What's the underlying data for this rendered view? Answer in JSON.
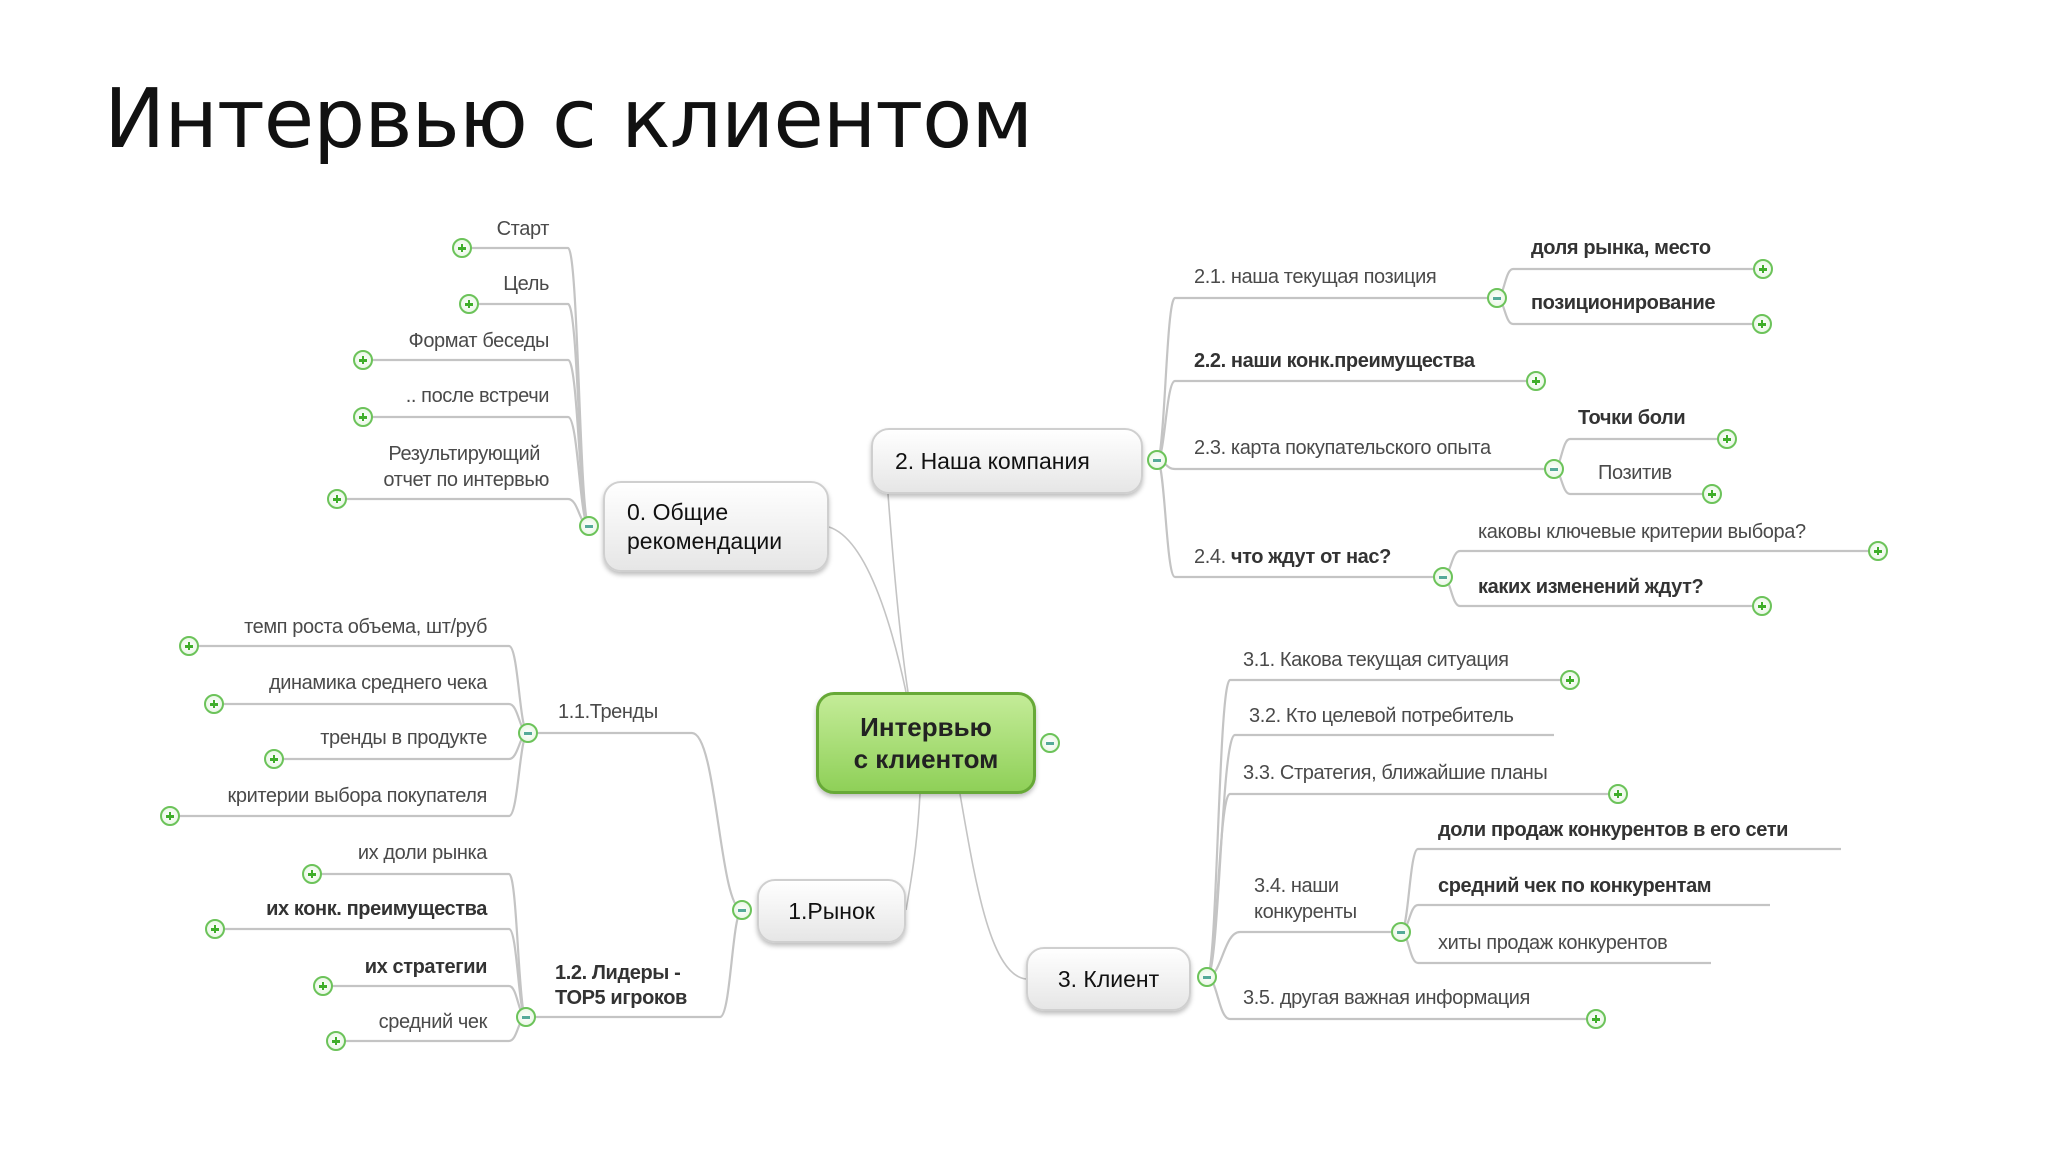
{
  "title": "Интервью с клиентом",
  "central": {
    "label_line1": "Интервью",
    "label_line2": "с клиентом"
  },
  "branches": {
    "general": {
      "label_line1": "0. Общие",
      "label_line2": "рекомендации",
      "items": [
        "Старт",
        "Цель",
        "Формат беседы",
        ".. после встречи",
        "Результирующий",
        "отчет по интервью"
      ]
    },
    "market": {
      "label": "1.Рынок",
      "trends": {
        "label": "1.1.Тренды",
        "items": [
          "темп роста объема, шт/руб",
          "динамика среднего чека",
          "тренды в продукте",
          "критерии выбора покупателя"
        ]
      },
      "leaders": {
        "label_line1": "1.2. Лидеры -",
        "label_line2": "TOP5 игроков",
        "items": [
          "их доли рынка",
          "их конк. преимущества",
          "их стратегии",
          "средний чек"
        ]
      }
    },
    "company": {
      "label": "2. Наша компания",
      "position": {
        "label": "2.1. наша текущая позиция",
        "items": [
          "доля рынка, место",
          "позиционирование"
        ]
      },
      "advantages": {
        "label": "2.2. наши конк.преимущества"
      },
      "journey": {
        "label": "2.3. карта покупательского опыта",
        "items": [
          "Точки боли",
          "Позитив"
        ]
      },
      "expectations": {
        "label_prefix": "2.4. ",
        "label_bold": "что ждут от нас?",
        "items": [
          "каковы ключевые критерии выбора?",
          "каких изменений ждут?"
        ]
      }
    },
    "client": {
      "label": "3. Клиент",
      "situation": "3.1. Какова текущая ситуация",
      "target": "3.2. Кто целевой потребитель",
      "strategy": "3.3. Стратегия, ближайшие планы",
      "competitors": {
        "label_line1": "3.4. наши",
        "label_line2": "конкуренты",
        "items": [
          "доли продаж конкурентов в его сети",
          "средний чек по конкурентам",
          "хиты продаж конкурентов"
        ]
      },
      "other": "3.5. другая важная информация"
    }
  },
  "colors": {
    "accent": "#6cc35a",
    "central_fill": "#a8de72",
    "line": "#c4c4c4"
  }
}
